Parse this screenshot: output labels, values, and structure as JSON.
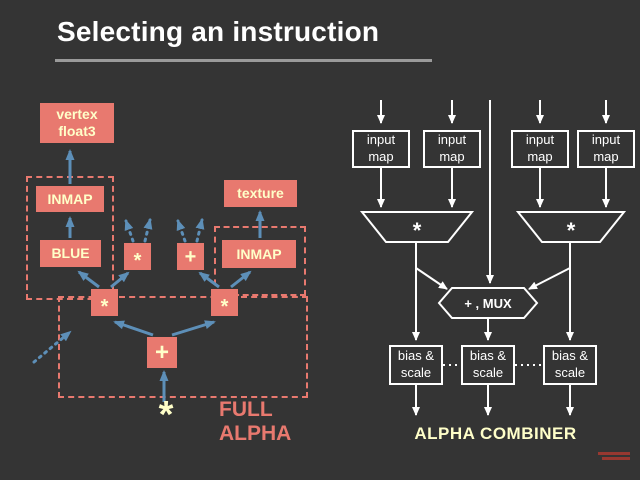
{
  "title": "Selecting an instruction",
  "colors": {
    "background": "#343434",
    "salmon": "#e8796f",
    "cream": "#ffffc9",
    "arrow_blue": "#5d8fb8",
    "line_white": "#ffffff",
    "underline_gray": "#9a9a9a"
  },
  "expression_tree": {
    "vertex_box": "vertex\nfloat3",
    "inmap_left": "INMAP",
    "blue_box": "BLUE",
    "texture_box": "texture",
    "inmap_right": "INMAP",
    "op_mul_a": "*",
    "op_add_a": "+",
    "op_mul_b": "*",
    "op_mul_c": "*",
    "op_add_root": "+",
    "bottom_star": "*",
    "full_alpha": "FULL\nALPHA"
  },
  "alpha_combiner": {
    "input_maps": [
      "input\nmap",
      "input\nmap",
      "input\nmap",
      "input\nmap"
    ],
    "mul_left": "*",
    "mul_right": "*",
    "mux": "+ , MUX",
    "bias_scale": [
      "bias &\nscale",
      "bias &\nscale",
      "bias &\nscale"
    ],
    "caption": "ALPHA COMBINER"
  }
}
